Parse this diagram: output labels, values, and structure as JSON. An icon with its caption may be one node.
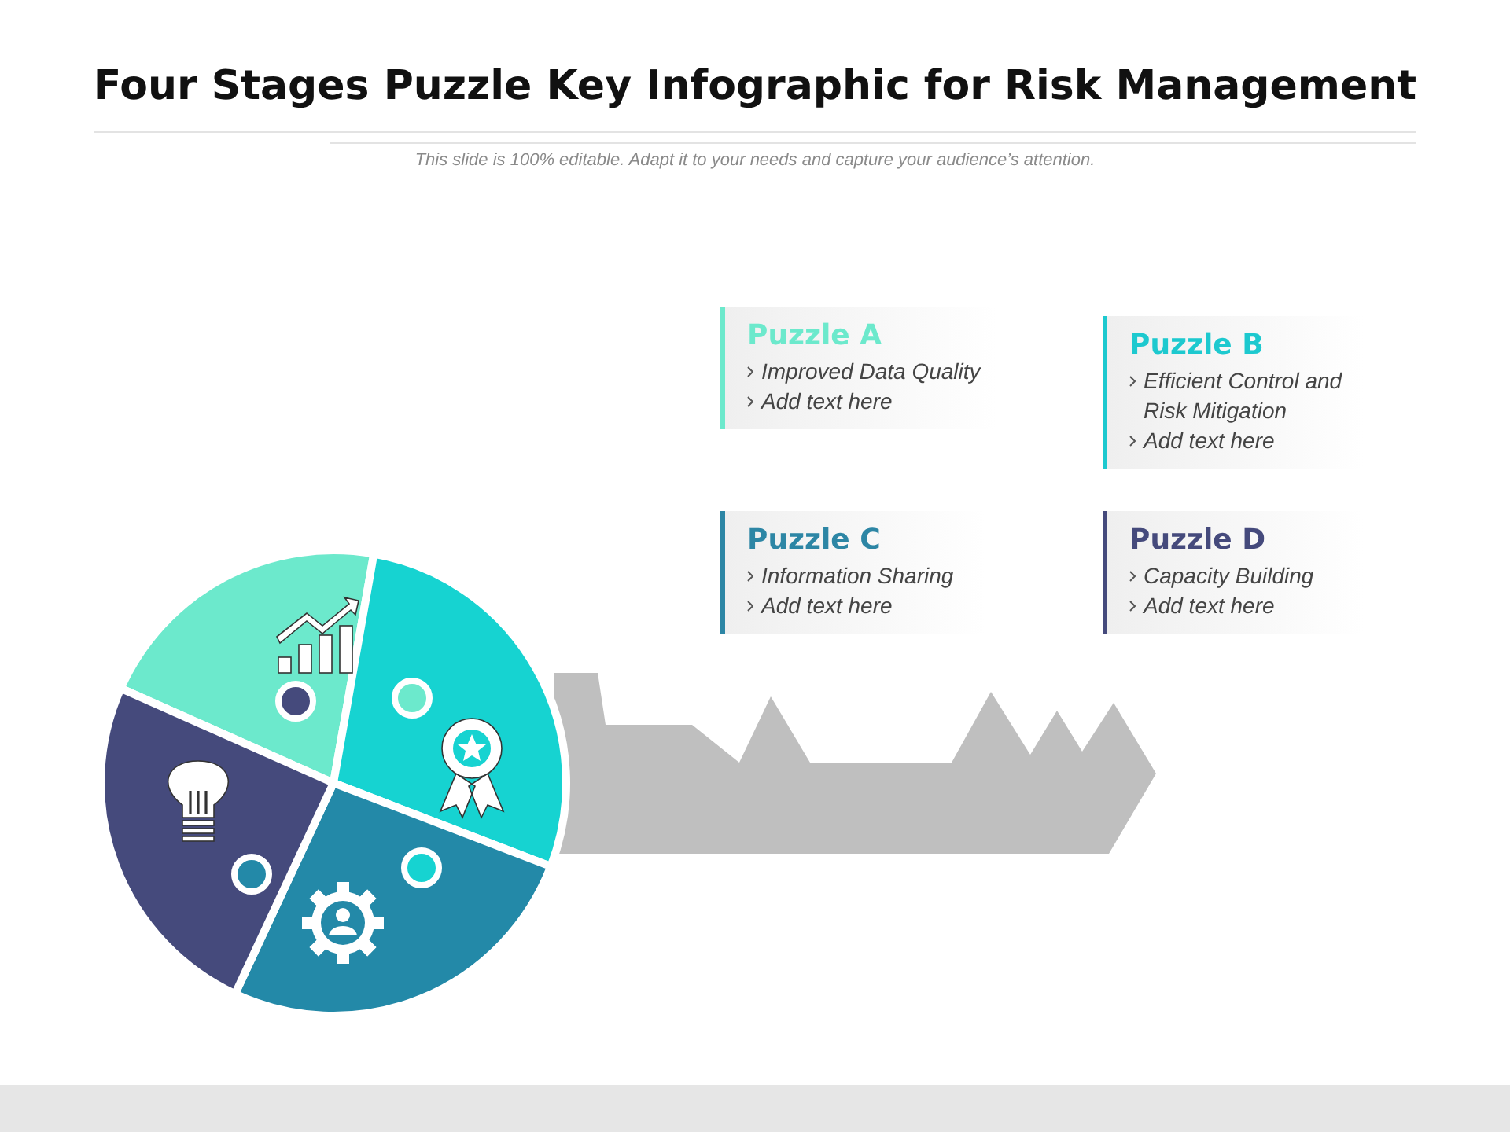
{
  "diagram": {
    "title": "Four Stages Puzzle Key Infographic for Risk Management",
    "nodes": [
      {
        "text": [
          "Puzzle A",
          "Improved Data Quality",
          "Add text here"
        ]
      },
      {
        "text": [
          "Puzzle B",
          "Efficient Control and Risk Mitigation",
          "Add text here"
        ]
      },
      {
        "text": [
          "Puzzle C",
          "Information Sharing",
          "Add text here"
        ]
      },
      {
        "text": [
          "Puzzle D",
          "Capacity Building",
          "Add text here"
        ]
      }
    ],
    "edges": [],
    "labels": [
      "This slide is 100% editable. Adapt it to your needs and capture your audience’s attention."
    ]
  }
}
